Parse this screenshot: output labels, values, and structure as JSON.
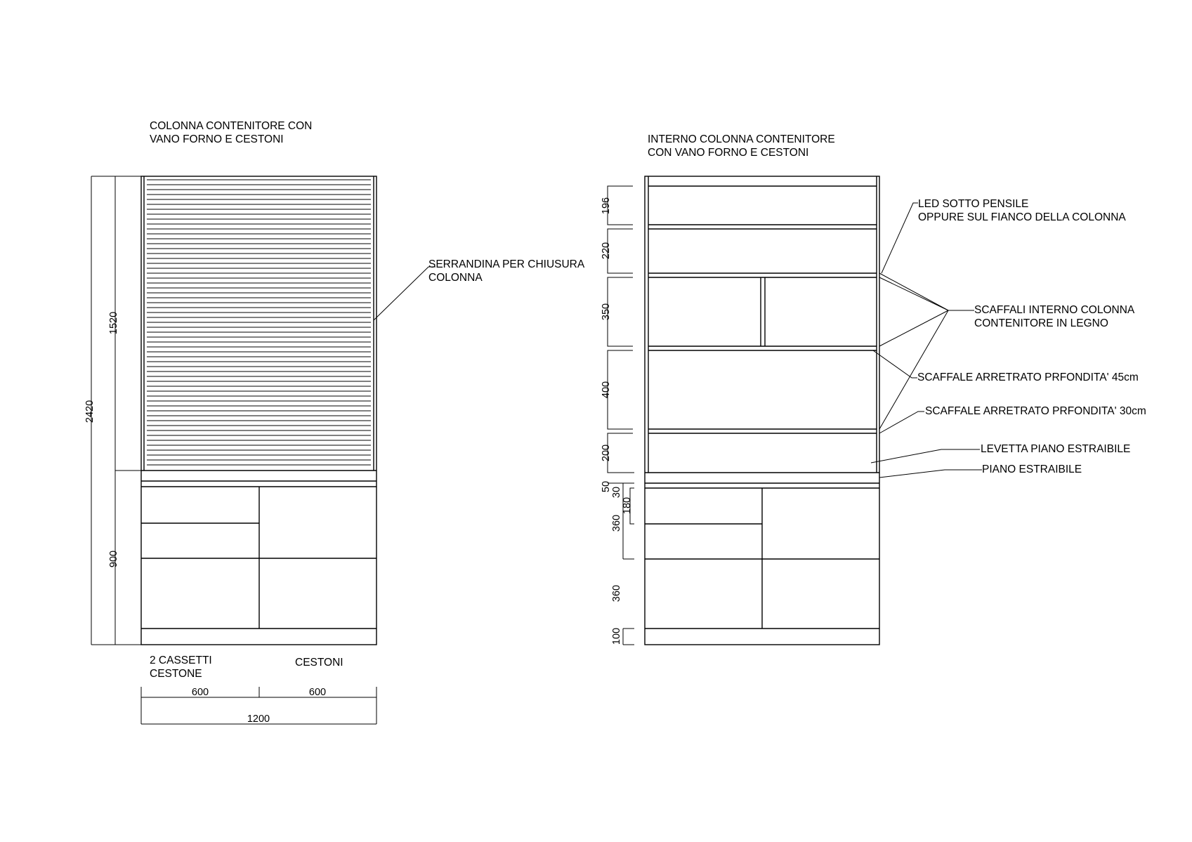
{
  "left_title": [
    "COLONNA CONTENITORE CON",
    "VANO FORNO E CESTONI"
  ],
  "right_title": [
    "INTERNO COLONNA CONTENITORE",
    "CON VANO FORNO E CESTONI"
  ],
  "left_callout": [
    "SERRANDINA PER CHIUSURA",
    "COLONNA"
  ],
  "left_dimensions": {
    "total_height": "2420",
    "upper_height": "1520",
    "lower_height": "900",
    "width_left": "600",
    "width_right": "600",
    "width_total": "1200"
  },
  "left_bottom_labels": {
    "drawers": [
      "2 CASSETTI",
      "CESTONE"
    ],
    "baskets": "CESTONI"
  },
  "right_dimensions": [
    "196",
    "220",
    "350",
    "400",
    "200",
    "50",
    "30",
    "180",
    "360",
    "360",
    "100"
  ],
  "right_callouts": {
    "led": [
      "LED SOTTO PENSILE",
      "OPPURE SUL FIANCO DELLA COLONNA"
    ],
    "shelves": [
      "SCAFFALI INTERNO COLONNA",
      "CONTENITORE IN LEGNO"
    ],
    "shelf45": "SCAFFALE ARRETRATO PRFONDITA' 45cm",
    "shelf30": "SCAFFALE ARRETRATO PRFONDITA' 30cm",
    "lever": "LEVETTA PIANO ESTRAIBILE",
    "pullout": "PIANO ESTRAIBILE"
  }
}
